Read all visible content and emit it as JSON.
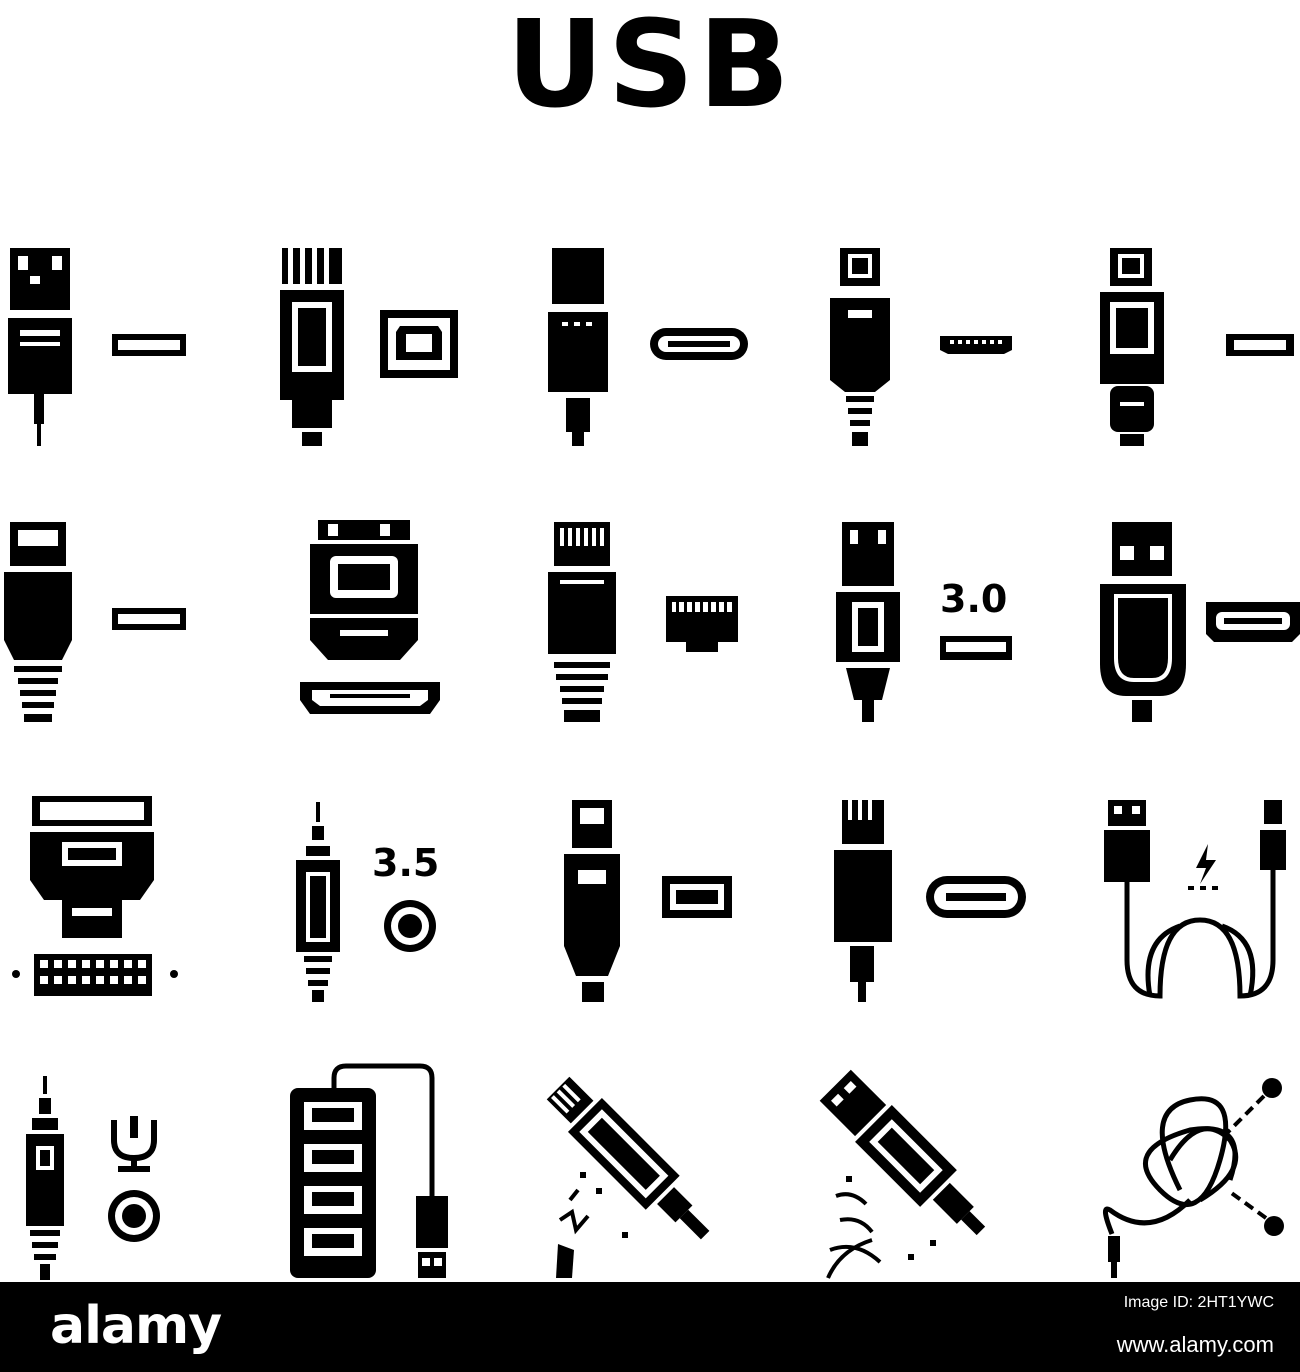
{
  "title": "USB",
  "labels": {
    "usb_3_0": "3.0",
    "jack_3_5": "3.5"
  },
  "footer": {
    "logo": "alamy",
    "image_id": "Image ID: 2HT1YWC",
    "url": "www.alamy.com"
  },
  "colors": {
    "icon": "#000000",
    "background": "#ffffff",
    "footer": "#000000"
  },
  "icons": [
    "usb-a-connector-icon",
    "usb-b-connector-icon",
    "usb-c-connector-icon",
    "mini-usb-connector-icon",
    "micro-usb-connector-icon",
    "usb-a-plug-icon",
    "micro-usb-3-connector-icon",
    "ethernet-rj45-connector-icon",
    "usb-3-0-connector-icon",
    "micro-usb-b-connector-icon",
    "dvi-vga-connector-icon",
    "audio-jack-3-5-icon",
    "hdmi-connector-icon",
    "usb-c-cable-icon",
    "charging-cable-icon",
    "microphone-jack-icon",
    "usb-hub-icon",
    "broken-ethernet-cable-icon",
    "broken-usb-cable-icon",
    "tangled-cable-icon"
  ]
}
